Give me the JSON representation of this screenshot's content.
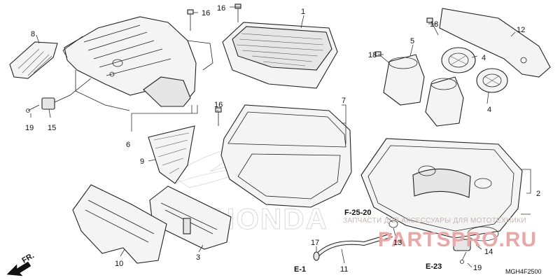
{
  "labels": {
    "p1": "1",
    "p2": "2",
    "p3": "3",
    "p4a": "4",
    "p4b": "4",
    "p5": "5",
    "p6": "6",
    "p7": "7",
    "p8": "8",
    "p9": "9",
    "p10": "10",
    "p11": "11",
    "p12": "12",
    "p13": "13",
    "p14": "14",
    "p15": "15",
    "p16a": "16",
    "p16b": "16",
    "p16c": "16",
    "p17": "17",
    "p18a": "18",
    "p18b": "18",
    "p19a": "19",
    "p19b": "19"
  },
  "refs": {
    "f25_20": "F-25-20",
    "e1": "E-1",
    "e23": "E-23"
  },
  "front_arrow": "FR.",
  "diagram_code": "MGH4F2500",
  "watermark": {
    "line1": "ЗАПЧАСТИ ДЛЯ АКСЕССУАРЫ ДЛЯ МОТОТЕХНИКИ",
    "line2": "PARTSPRO.RU"
  },
  "logo_text": "HONDA",
  "colors": {
    "watermark_text": "#e8a8a8",
    "line": "#222222"
  }
}
